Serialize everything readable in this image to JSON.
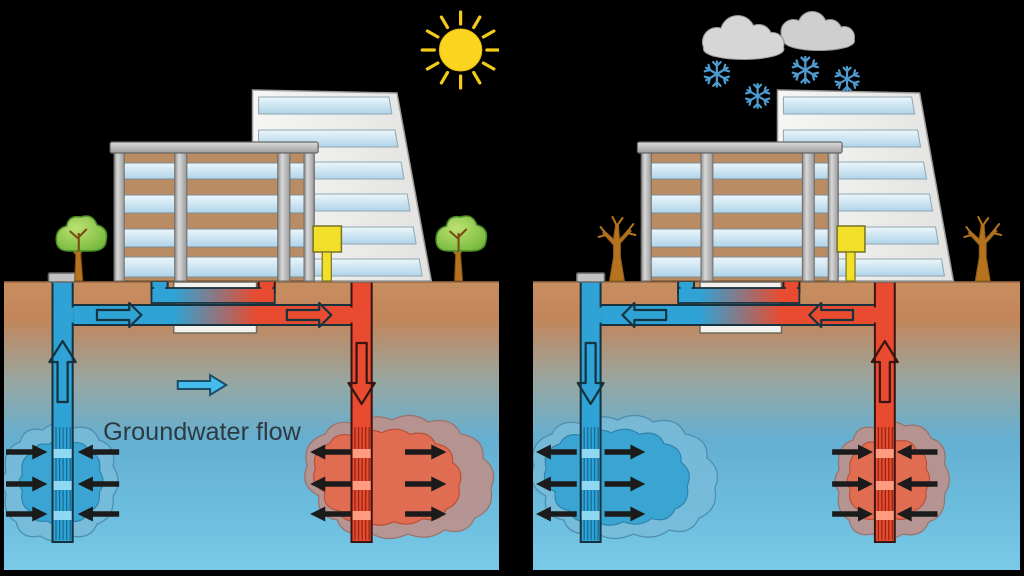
{
  "diagram": {
    "type": "aquifer-thermal-energy-storage-seasonal-operation",
    "panels": {
      "left": {
        "season_icon": "sun-icon",
        "trees": "leafy-tree-icon",
        "cold_well_flow": "up",
        "warm_well_flow": "down",
        "surface_pipe_flow": "right",
        "cold_plume": "small, arrows inward (extraction)",
        "warm_plume": "large, arrows outward (injection)"
      },
      "right": {
        "season_icon": "snow-clouds-icon",
        "snowflake_count": 4,
        "trees": "bare-tree-icon",
        "cold_well_flow": "down",
        "warm_well_flow": "up",
        "surface_pipe_flow": "left",
        "cold_plume": "large, arrows outward (injection)",
        "warm_plume": "small, arrows inward (extraction)"
      }
    }
  },
  "labels": {
    "groundwater_flow": "Groundwater flow"
  },
  "colors": {
    "sky": "#000000",
    "soil": "#C78E60",
    "aquifer": "#79C9E7",
    "cold_pipe": "#2FA3D6",
    "warm_pipe": "#E84B2F",
    "cold_plume_inner": "#3AA5D2",
    "warm_plume_inner": "#E06C52",
    "sun": "#FBD41F",
    "cloud": "#D4D4D4",
    "snowflake": "#4E9BD0",
    "heat_pump_unit": "#F2DF2A",
    "building_band": "#B98C63",
    "window": "#CDE6F2",
    "summer_canopy": "#8CC63E",
    "tree_trunk": "#B5731F",
    "flow_arrow_label": "#45BCEE"
  }
}
